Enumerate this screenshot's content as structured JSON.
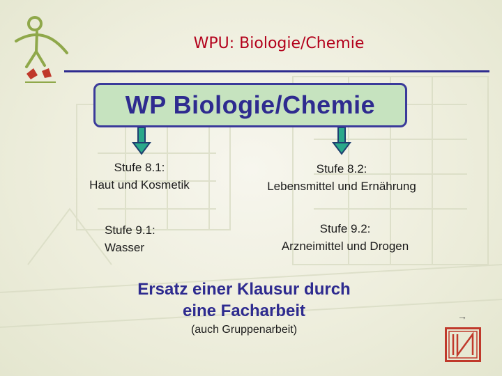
{
  "header": {
    "title": "WPU: Biologie/Chemie",
    "rule_color": "#2e2b8f",
    "title_color": "#b3001b"
  },
  "main_box": {
    "label": "WP Biologie/Chemie",
    "fill_color": "#c6e3bf",
    "border_color": "#3a3a9a"
  },
  "topics": {
    "s81": {
      "line1": "Stufe 8.1:",
      "line2": "Haut und Kosmetik"
    },
    "s82": {
      "line1": "Stufe 8.2:",
      "line2": "Lebensmittel und Ernährung"
    },
    "s91": {
      "line1": "Stufe 9.1:",
      "line2": "Wasser"
    },
    "s92": {
      "line1": "Stufe 9.2:",
      "line2": "Arzneimittel und Drogen"
    }
  },
  "note": {
    "line1": "Ersatz einer Klausur durch",
    "line2": "eine Facharbeit",
    "sub": "(auch Gruppenarbeit)"
  },
  "navigation": {
    "next_arrow": "→",
    "end_icon": "end-show-icon"
  },
  "icons": {
    "logo": "school-logo-icon",
    "arrow": "down-arrow-icon"
  }
}
